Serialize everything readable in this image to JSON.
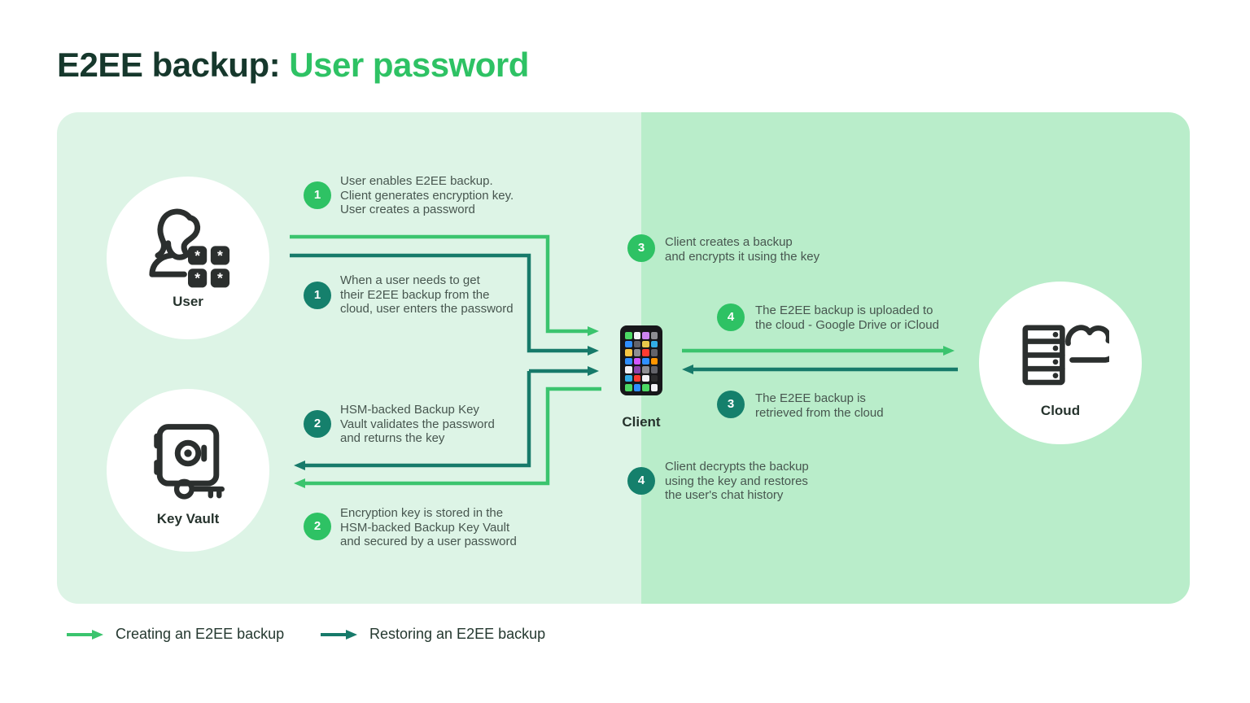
{
  "title": {
    "prefix": "E2EE backup: ",
    "highlight": "User password"
  },
  "colors": {
    "title-dark": "#16382c",
    "creating": "#2ec264",
    "badge-green": "#2ec264",
    "arrow-green": "#3bc46e",
    "restoring": "#15806c",
    "arrow-teal": "#177a6a",
    "panel-left": "#ddf4e6",
    "panel-right": "#b9edca",
    "text": "#47564f",
    "label": "#26332d",
    "legend-text": "#24382f",
    "icon-stroke": "#2b2f2e"
  },
  "nodes": {
    "user": {
      "label": "User"
    },
    "key_vault": {
      "label": "Key Vault"
    },
    "client": {
      "label": "Client"
    },
    "cloud": {
      "label": "Cloud"
    }
  },
  "steps": [
    {
      "number": "1",
      "flow": "creating",
      "lines": [
        "User enables E2EE backup.",
        "Client generates encryption key.",
        "User creates a password"
      ]
    },
    {
      "number": "1",
      "flow": "restoring",
      "lines": [
        "When a user needs to get",
        "their E2EE backup from the",
        "cloud, user enters the password"
      ]
    },
    {
      "number": "2",
      "flow": "restoring",
      "lines": [
        "HSM-backed Backup Key",
        "Vault validates the password",
        "and returns the key"
      ]
    },
    {
      "number": "2",
      "flow": "creating",
      "lines": [
        "Encryption key is stored in the",
        "HSM-backed Backup Key Vault",
        "and secured by a user password"
      ]
    },
    {
      "number": "3",
      "flow": "creating",
      "lines": [
        "Client creates a backup",
        "and encrypts it using the key"
      ]
    },
    {
      "number": "4",
      "flow": "creating",
      "lines": [
        "The E2EE backup is uploaded to",
        "the cloud - Google Drive or iCloud"
      ]
    },
    {
      "number": "3",
      "flow": "restoring",
      "lines": [
        "The E2EE backup is",
        "retrieved from the cloud"
      ]
    },
    {
      "number": "4",
      "flow": "restoring",
      "lines": [
        "Client decrypts the backup",
        "using the key and restores",
        "the user's chat history"
      ]
    }
  ],
  "legend": [
    {
      "flow": "creating",
      "label": "Creating an E2EE backup"
    },
    {
      "flow": "restoring",
      "label": "Restoring an E2EE backup"
    }
  ],
  "icons": {
    "user": "user-with-password-pad-icon",
    "key_vault": "safe-with-key-icon",
    "client": "smartphone-app-grid-icon",
    "cloud": "server-cloud-icon",
    "client_tiles": [
      "#4cd964",
      "#f2f2f7",
      "#cd84f1",
      "#8e8e93",
      "#2f8fff",
      "#63636a",
      "#e8c84b",
      "#32ade6",
      "#f7c744",
      "#8e8e93",
      "#ff3b30",
      "#63636a",
      "#2f8fff",
      "#d357fe",
      "#2f8fff",
      "#ff9500",
      "#f2f2f7",
      "#8e44ad",
      "#8e8e93",
      "#63636a",
      "#32ade6",
      "#ff3b30",
      "#f2f2f7",
      "#2c2c2e"
    ],
    "client_dock_tiles": [
      "#4cd964",
      "#2f8fff",
      "#4cd964",
      "#f2f2f7"
    ]
  }
}
